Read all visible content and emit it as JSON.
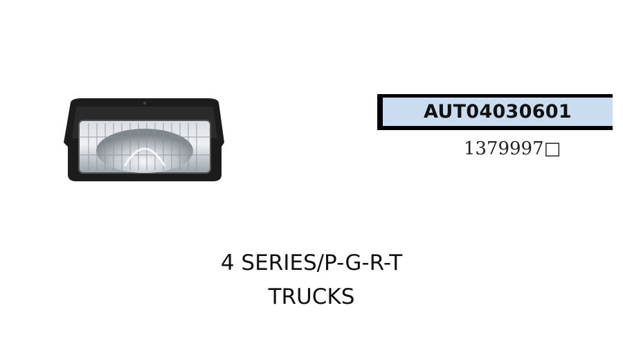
{
  "product": {
    "image_name": "headlamp-image",
    "code": "AUT04030601",
    "oem_number": "1379997□",
    "title_line_1": "4 SERIES/P-G-R-T",
    "title_line_2": "TRUCKS"
  },
  "colors": {
    "code_box_fill": "#c9dcf0",
    "code_box_border": "#000000"
  }
}
